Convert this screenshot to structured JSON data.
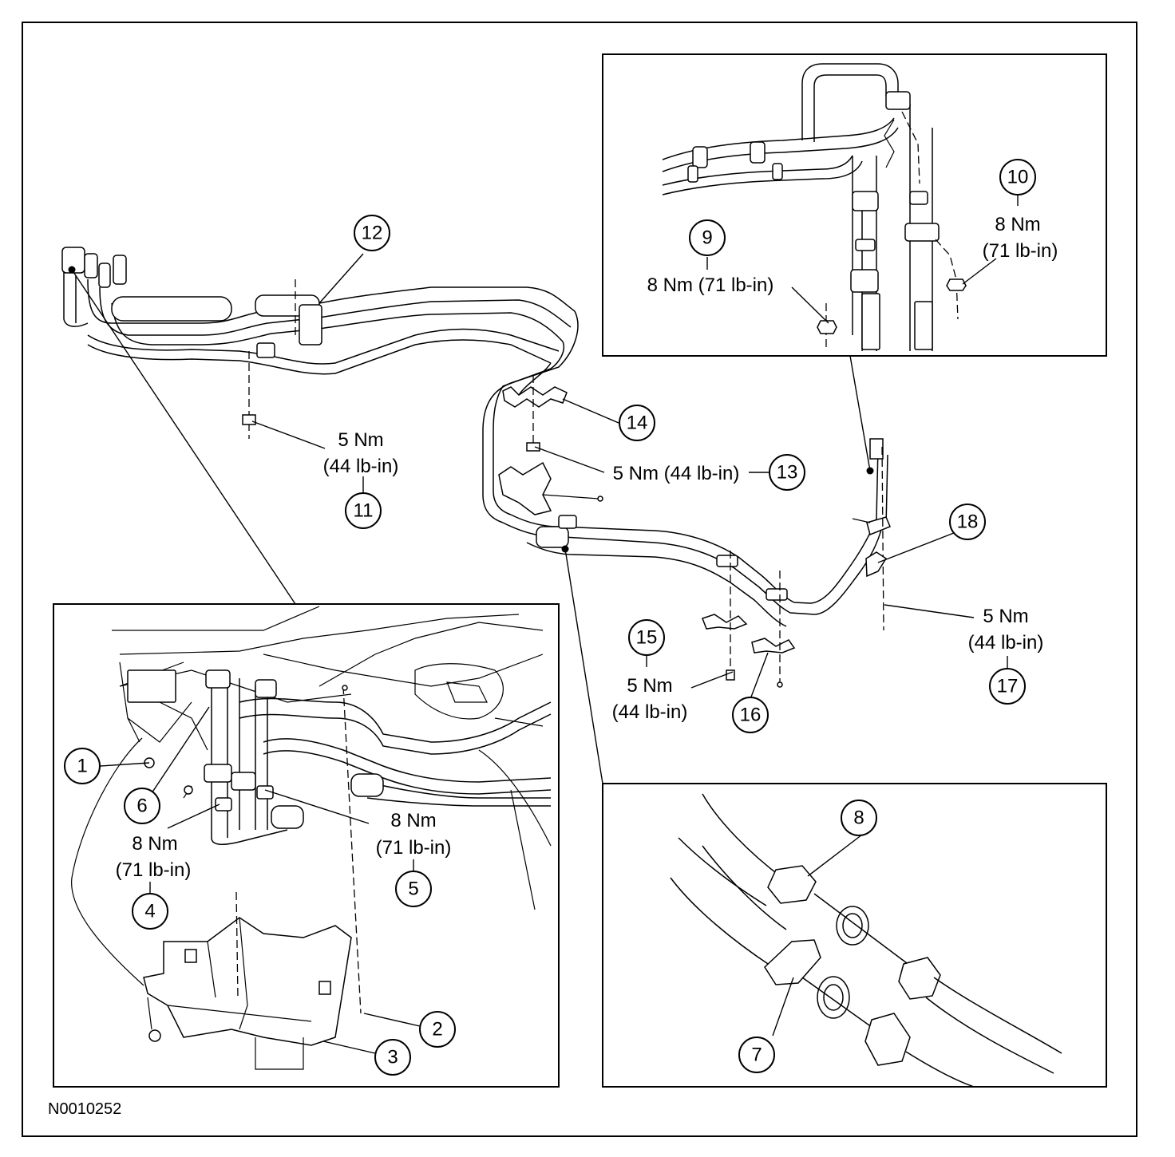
{
  "figure_code": "N0010252",
  "callouts": [
    {
      "num": "1"
    },
    {
      "num": "2"
    },
    {
      "num": "3"
    },
    {
      "num": "4",
      "torque": [
        "8 Nm",
        "(71 lb-in)"
      ]
    },
    {
      "num": "5",
      "torque": [
        "8 Nm",
        "(71 lb-in)"
      ]
    },
    {
      "num": "6"
    },
    {
      "num": "7"
    },
    {
      "num": "8"
    },
    {
      "num": "9",
      "torque": [
        "8 Nm (71 lb-in)"
      ]
    },
    {
      "num": "10",
      "torque": [
        "8 Nm",
        "(71 lb-in)"
      ]
    },
    {
      "num": "11",
      "torque": [
        "5 Nm",
        "(44 lb-in)"
      ]
    },
    {
      "num": "12"
    },
    {
      "num": "13",
      "torque": [
        "5 Nm (44 lb-in)"
      ]
    },
    {
      "num": "14"
    },
    {
      "num": "15",
      "torque": [
        "5 Nm",
        "(44 lb-in)"
      ]
    },
    {
      "num": "16"
    },
    {
      "num": "17",
      "torque": [
        "5 Nm",
        "(44 lb-in)"
      ]
    },
    {
      "num": "18"
    }
  ]
}
